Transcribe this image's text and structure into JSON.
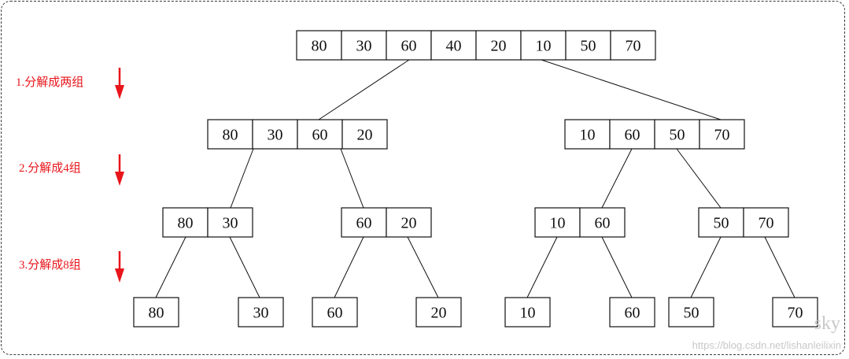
{
  "diagram": {
    "root": [
      "80",
      "30",
      "60",
      "40",
      "20",
      "10",
      "50",
      "70"
    ],
    "level1": [
      [
        "80",
        "30",
        "60",
        "20"
      ],
      [
        "10",
        "60",
        "50",
        "70"
      ]
    ],
    "level2": [
      [
        "80",
        "30"
      ],
      [
        "60",
        "20"
      ],
      [
        "10",
        "60"
      ],
      [
        "50",
        "70"
      ]
    ],
    "level3": [
      [
        "80"
      ],
      [
        "30"
      ],
      [
        "60"
      ],
      [
        "20"
      ],
      [
        "10"
      ],
      [
        "60"
      ],
      [
        "50"
      ],
      [
        "70"
      ]
    ]
  },
  "steps": [
    {
      "label": "1.分解成两组"
    },
    {
      "label": "2.分解成4组"
    },
    {
      "label": "3.分解成8组"
    }
  ],
  "watermark": {
    "name": "sky",
    "url": "https://blog.csdn.net/lishanleilixin"
  },
  "colors": {
    "step_red": "#e8151b",
    "line": "#111111",
    "border": "#3a3a3a",
    "watermark": "#c8c8c8"
  }
}
